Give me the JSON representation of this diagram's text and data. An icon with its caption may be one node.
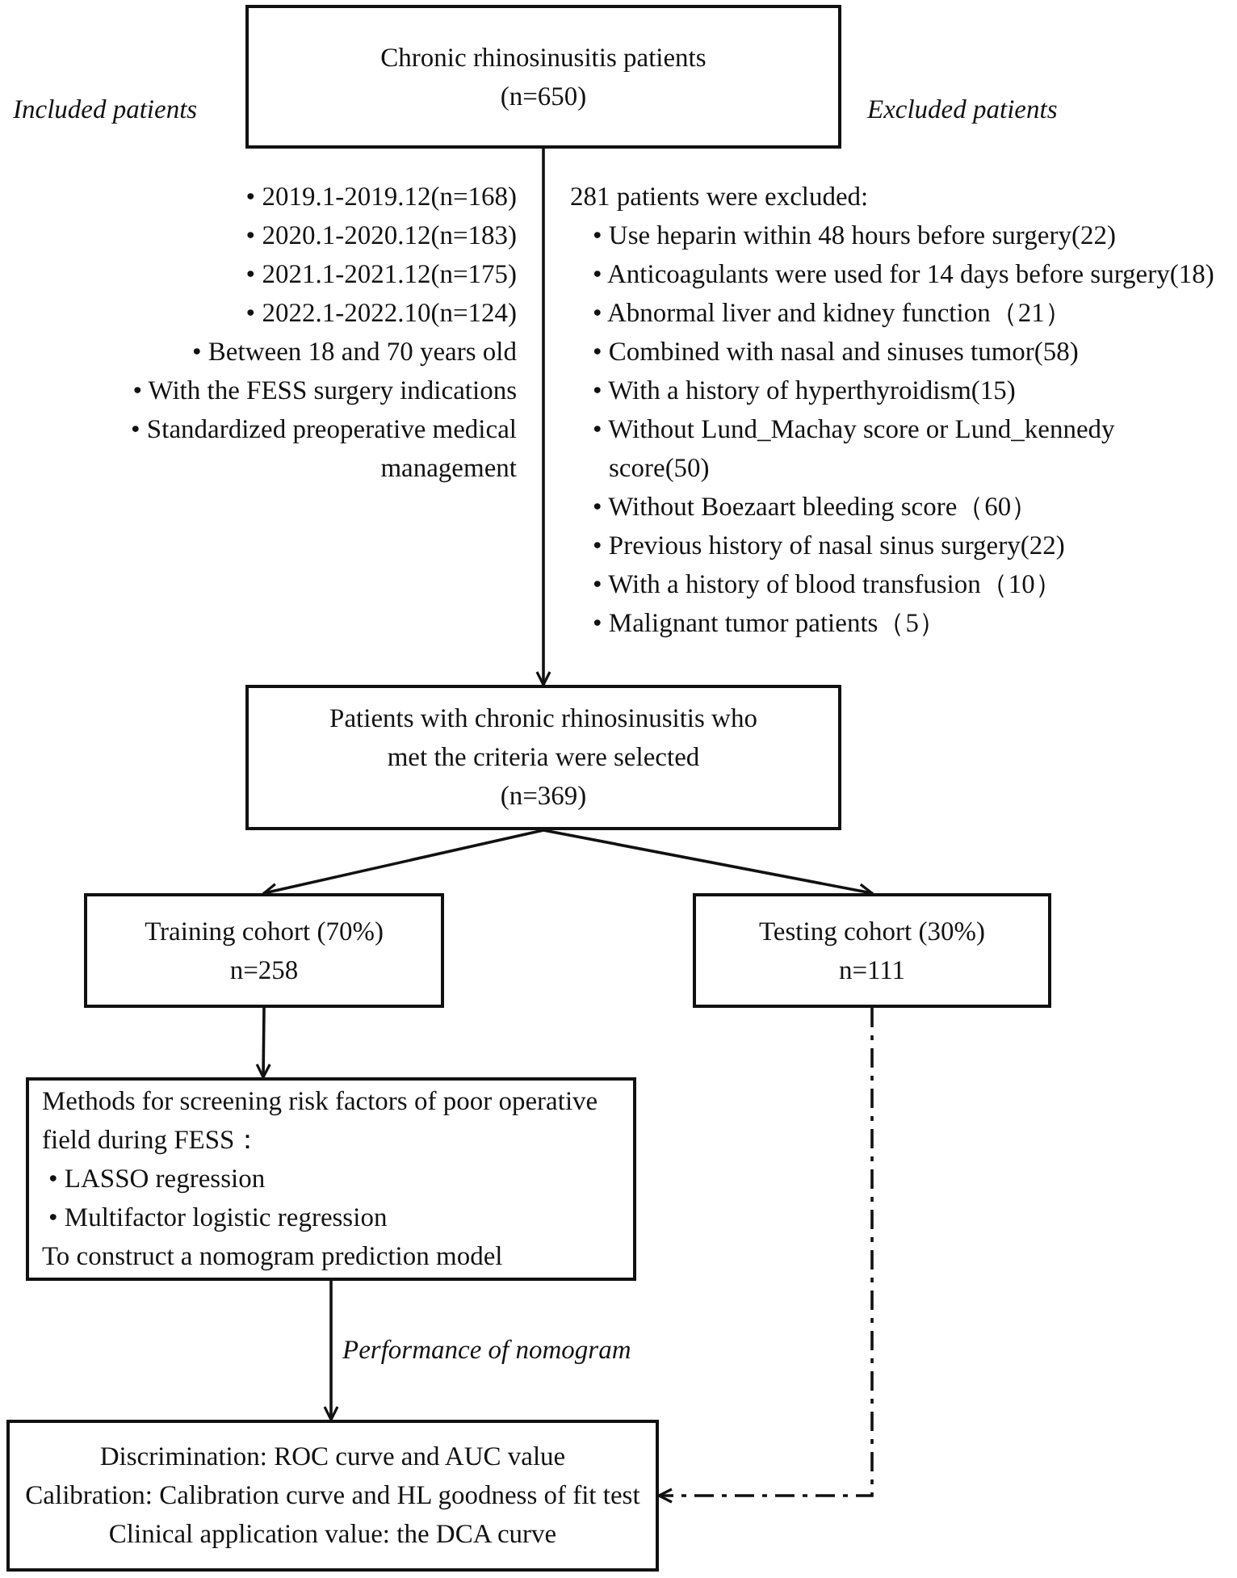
{
  "diagram": {
    "nodes": [
      {
        "text": [
          "Chronic rhinosinusitis patients",
          "(n=650)"
        ]
      },
      {
        "text": [
          "Patients with chronic rhinosinusitis who met the criteria were selected",
          "(n=369)"
        ]
      },
      {
        "text": [
          "Training cohort (70%)",
          "n=258"
        ]
      },
      {
        "text": [
          "Testing cohort (30%)",
          "n=111"
        ]
      },
      {
        "text": [
          "Methods for screening risk factors of poor operative field during FESS：",
          "• LASSO regression",
          "• Multifactor logistic regression",
          "To construct a nomogram prediction model"
        ]
      },
      {
        "text": [
          "Discrimination: ROC curve and AUC value",
          "Calibration: Calibration curve and HL goodness of fit test",
          "Clinical application value: the DCA curve"
        ]
      }
    ],
    "edges": [
      {
        "from": 0,
        "to": 1,
        "arrow": "to"
      },
      {
        "from": 1,
        "to": 2,
        "arrow": "to"
      },
      {
        "from": 1,
        "to": 3,
        "arrow": "to"
      },
      {
        "from": 2,
        "to": 4,
        "arrow": "to"
      },
      {
        "from": 4,
        "to": 5,
        "arrow": "to",
        "label": "Performance of nomogram"
      },
      {
        "from": 3,
        "to": 5,
        "arrow": "to",
        "style": "dashed"
      }
    ],
    "labels": [
      "Included patients",
      "Excluded patients",
      "• 2019.1-2019.12(n=168)",
      "• 2020.1-2020.12(n=183)",
      "• 2021.1-2021.12(n=175)",
      "• 2022.1-2022.10(n=124)",
      "• Between 18 and 70 years old",
      "• With the FESS surgery indications",
      "• Standardized preoperative medical management",
      "281 patients were excluded:",
      "• Use heparin within 48 hours before surgery(22)",
      "• Anticoagulants were used for 14 days before surgery(18)",
      "• Abnormal liver and kidney function（21）",
      "• Combined with nasal and sinuses tumor(58)",
      "• With a history of hyperthyroidism(15)",
      "• Without Lund_Machay score or Lund_kennedy score(50)",
      "• Without Boezaart bleeding score（60）",
      "• Previous history of nasal sinus surgery(22)",
      "• With a history of blood transfusion（10）",
      "• Malignant tumor patients（5）"
    ]
  }
}
